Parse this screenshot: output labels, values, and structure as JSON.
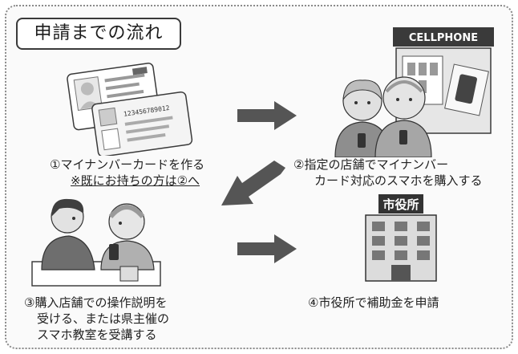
{
  "title": "申請までの流れ",
  "steps": [
    {
      "lines": [
        "①マイナンバーカードを作る"
      ],
      "note": "※既にお持ちの方は②へ"
    },
    {
      "lines": [
        "②指定の店舗でマイナンバー",
        "カード対応のスマホを購入する"
      ]
    },
    {
      "lines": [
        "③購入店舗での操作説明を",
        "受ける、または県主催の",
        "スマホ教室を受講する"
      ]
    },
    {
      "lines": [
        "④市役所で補助金を申請"
      ]
    }
  ],
  "illustrations": {
    "shop_sign": "CELLPHONE",
    "city_hall_sign": "市役所",
    "card_number": "123456789012"
  },
  "colors": {
    "line": "#3a3a3a",
    "arrow": "#555555",
    "figure": "#9a9a9a",
    "light": "#dcdcdc"
  },
  "icons": [
    "mynumber-card-icon",
    "phone-shop-icon",
    "elderly-couple-icon",
    "staff-teaching-icon",
    "city-hall-icon",
    "arrow-right-icon",
    "arrow-down-left-icon"
  ]
}
